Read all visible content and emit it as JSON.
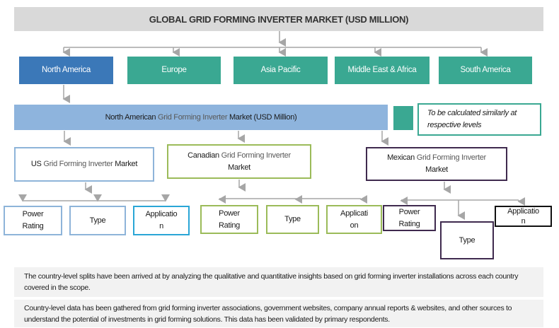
{
  "title": "GLOBAL GRID FORMING INVERTER MARKET (USD MILLION)",
  "regions": [
    "North America",
    "Europe",
    "Asia Pacific",
    "Middle East & Africa",
    "South America"
  ],
  "na_market": {
    "prefix": "North American ",
    "mid": "Grid Forming Inverter",
    "suffix": " Market (USD Million)"
  },
  "note": "To be calculated similarly at respective levels",
  "countries": [
    {
      "prefix": "US ",
      "mid": "Grid Forming Inverter",
      "suffix": " Market"
    },
    {
      "prefix": "Canadian ",
      "mid": "Grid Forming Inverter",
      "suffix": " Market"
    },
    {
      "prefix": "Mexican ",
      "mid": "Grid Forming Inverter",
      "suffix": " Market"
    }
  ],
  "segments": {
    "us": [
      "Power Rating",
      "Type",
      "Applicatio n"
    ],
    "ca": [
      "Power Rating",
      "Type",
      "Applicati on"
    ],
    "mx": [
      "Power Rating",
      "Type",
      "Applicatio n"
    ]
  },
  "footer": [
    "The country-level splits have been arrived at by analyzing the qualitative and quantitative insights based on grid forming inverter installations across each country covered in the scope.",
    "Country-level data has been gathered from grid forming inverter associations, government websites, company annual reports & websites, and other sources to understand the potential of investments in grid forming solutions. This data has been validated by primary respondents."
  ],
  "colors": {
    "teal": "#3aa892",
    "na": "#3b78b8",
    "us": "#8eb4d9",
    "ca": "#9bbb59",
    "mx": "#3f2a4e"
  }
}
